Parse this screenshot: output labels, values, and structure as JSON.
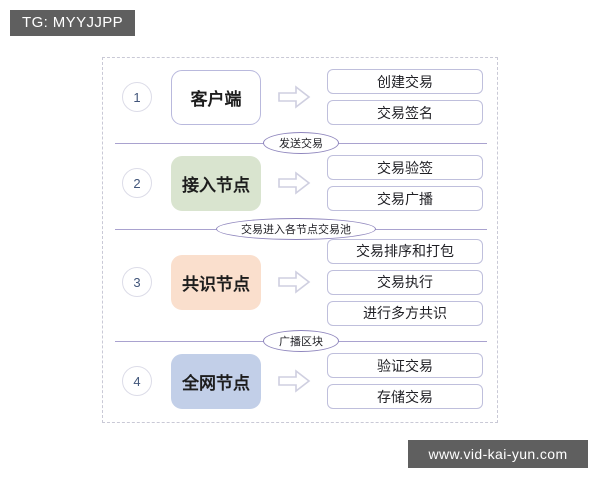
{
  "watermarks": {
    "top_badge": "TG: MYYJJPP",
    "bottom_badge": "www.vid-kai-yun.com"
  },
  "colors": {
    "badge_bg": "#5f5f5f",
    "frame_border": "#c9c9d6",
    "divider_line": "#a9a2cf",
    "bubble_border": "#8f86bd",
    "item_border": "#bfbfdc",
    "actor_client": "#ffffff",
    "actor_access_node": "#d9e4cf",
    "actor_consensus_node": "#fadfcd",
    "actor_network_node": "#c2cfe8",
    "step_number_text": "#41557a"
  },
  "diagram": {
    "rows": [
      {
        "step": "1",
        "actor": "客户端",
        "actor_style": "white",
        "arrow_icon": "arrow-right-icon",
        "items": [
          "创建交易",
          "交易签名"
        ]
      },
      {
        "step": "2",
        "actor": "接入节点",
        "actor_style": "green",
        "arrow_icon": "arrow-right-icon",
        "items": [
          "交易验签",
          "交易广播"
        ]
      },
      {
        "step": "3",
        "actor": "共识节点",
        "actor_style": "peach",
        "arrow_icon": "arrow-right-icon",
        "items": [
          "交易排序和打包",
          "交易执行",
          "进行多方共识"
        ]
      },
      {
        "step": "4",
        "actor": "全网节点",
        "actor_style": "blue",
        "arrow_icon": "arrow-right-icon",
        "items": [
          "验证交易",
          "存储交易"
        ]
      }
    ],
    "dividers": [
      {
        "label": "发送交易",
        "size": "narrow"
      },
      {
        "label": "交易进入各节点交易池",
        "size": "wide"
      },
      {
        "label": "广播区块",
        "size": "narrow"
      }
    ]
  }
}
